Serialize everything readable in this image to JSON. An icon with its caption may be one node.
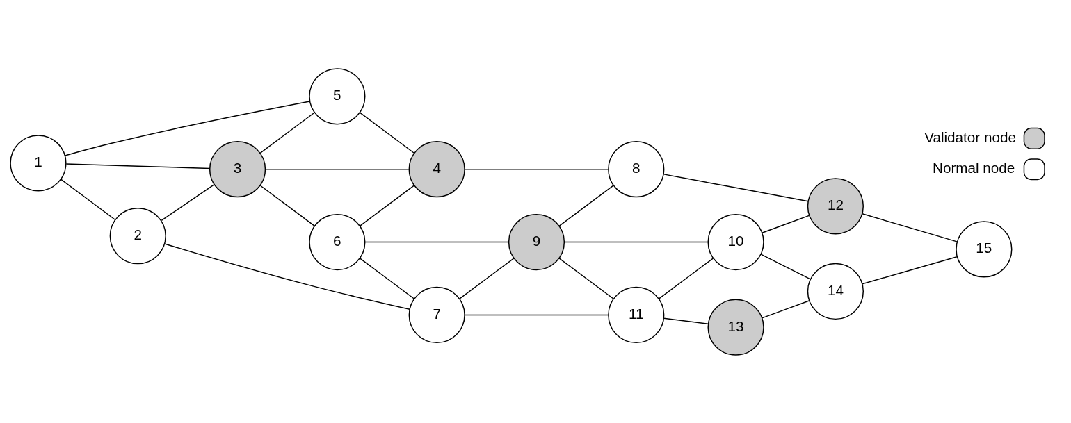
{
  "diagram": {
    "nodes": [
      {
        "text": [
          "1"
        ]
      },
      {
        "text": [
          "2"
        ]
      },
      {
        "text": [
          "3"
        ]
      },
      {
        "text": [
          "4"
        ]
      },
      {
        "text": [
          "5"
        ]
      },
      {
        "text": [
          "6"
        ]
      },
      {
        "text": [
          "7"
        ]
      },
      {
        "text": [
          "8"
        ]
      },
      {
        "text": [
          "9"
        ]
      },
      {
        "text": [
          "10"
        ]
      },
      {
        "text": [
          "11"
        ]
      },
      {
        "text": [
          "12"
        ]
      },
      {
        "text": [
          "13"
        ]
      },
      {
        "text": [
          "14"
        ]
      },
      {
        "text": [
          "15"
        ]
      }
    ],
    "edges": [
      {
        "from": 0,
        "to": 1,
        "arrow": "none"
      },
      {
        "from": 0,
        "to": 2,
        "arrow": "none"
      },
      {
        "from": 0,
        "to": 4,
        "arrow": "none"
      },
      {
        "from": 1,
        "to": 2,
        "arrow": "none"
      },
      {
        "from": 1,
        "to": 6,
        "arrow": "none"
      },
      {
        "from": 2,
        "to": 5,
        "arrow": "none"
      },
      {
        "from": 2,
        "to": 4,
        "arrow": "none"
      },
      {
        "from": 2,
        "to": 3,
        "arrow": "none"
      },
      {
        "from": 4,
        "to": 3,
        "arrow": "none"
      },
      {
        "from": 5,
        "to": 6,
        "arrow": "none"
      },
      {
        "from": 5,
        "to": 8,
        "arrow": "none"
      },
      {
        "from": 5,
        "to": 3,
        "arrow": "none"
      },
      {
        "from": 6,
        "to": 10,
        "arrow": "none"
      },
      {
        "from": 6,
        "to": 8,
        "arrow": "none"
      },
      {
        "from": 8,
        "to": 10,
        "arrow": "none"
      },
      {
        "from": 8,
        "to": 9,
        "arrow": "none"
      },
      {
        "from": 8,
        "to": 7,
        "arrow": "none"
      },
      {
        "from": 3,
        "to": 7,
        "arrow": "none"
      },
      {
        "from": 7,
        "to": 11,
        "arrow": "none"
      },
      {
        "from": 10,
        "to": 12,
        "arrow": "none"
      },
      {
        "from": 10,
        "to": 9,
        "arrow": "none"
      },
      {
        "from": 9,
        "to": 13,
        "arrow": "none"
      },
      {
        "from": 9,
        "to": 11,
        "arrow": "none"
      },
      {
        "from": 12,
        "to": 13,
        "arrow": "none"
      },
      {
        "from": 13,
        "to": 14,
        "arrow": "none"
      },
      {
        "from": 11,
        "to": 14,
        "arrow": "none"
      }
    ],
    "legend": [
      {
        "text": "Validator node",
        "color": "#cccccc"
      },
      {
        "text": "Normal node",
        "color": "#ffffff"
      }
    ]
  }
}
